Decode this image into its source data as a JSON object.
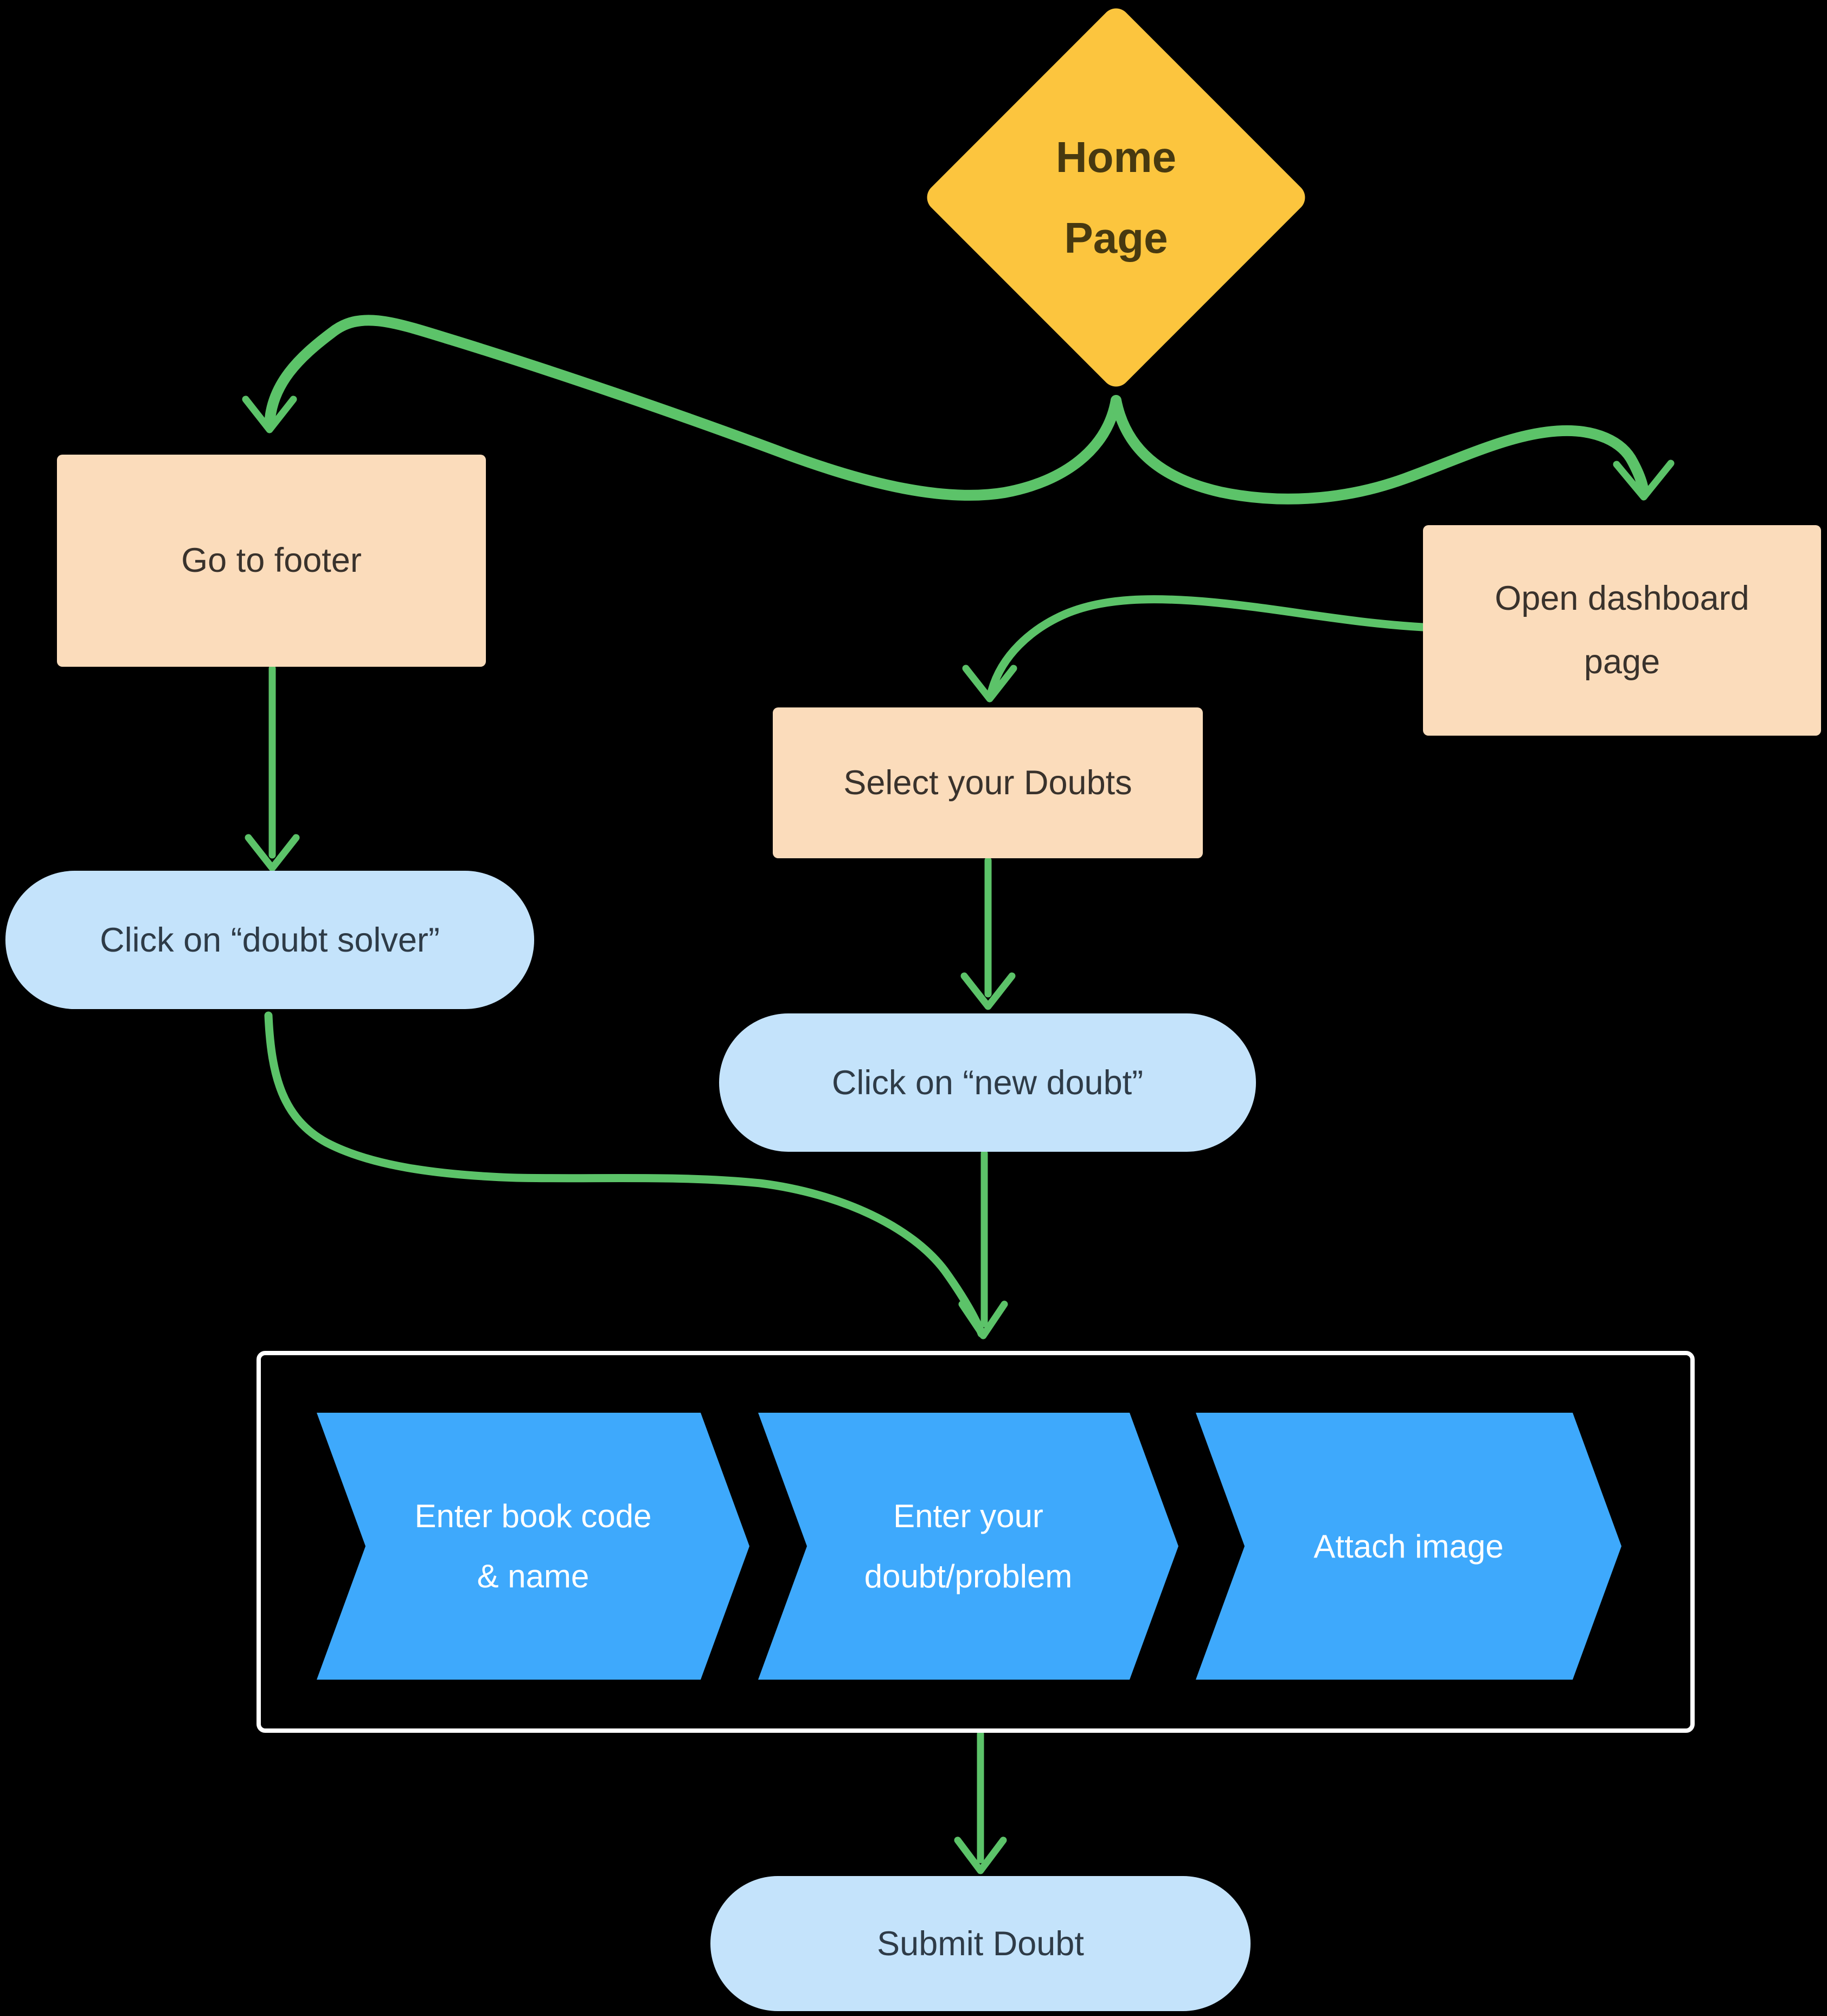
{
  "colors": {
    "background": "#000000",
    "arrow_green": "#5cc369",
    "diamond_yellow": "#fcc53e",
    "box_peach": "#fbdcbb",
    "pill_blue": "#c4e3fb",
    "chevron_blue": "#3ea9fc",
    "container_border": "#ffffff",
    "diamond_text": "#473910",
    "box_text": "#39322c",
    "pill_text": "#2e3b47",
    "chevron_text": "#ffffff"
  },
  "nodes": {
    "home": {
      "line1": "Home",
      "line2": "Page"
    },
    "go_to_footer": {
      "label": "Go to footer"
    },
    "open_dashboard": {
      "label": "Open dashboard page"
    },
    "select_doubts": {
      "label": "Select your Doubts"
    },
    "click_doubt_solver": {
      "label": "Click on “doubt solver”"
    },
    "click_new_doubt": {
      "label": "Click on “new doubt”"
    },
    "steps": [
      {
        "line1": "Enter book code",
        "line2": "& name"
      },
      {
        "line1": "Enter your",
        "line2": "doubt/problem"
      },
      {
        "line1": "Attach image"
      }
    ],
    "submit_doubt": {
      "label": "Submit Doubt"
    }
  }
}
